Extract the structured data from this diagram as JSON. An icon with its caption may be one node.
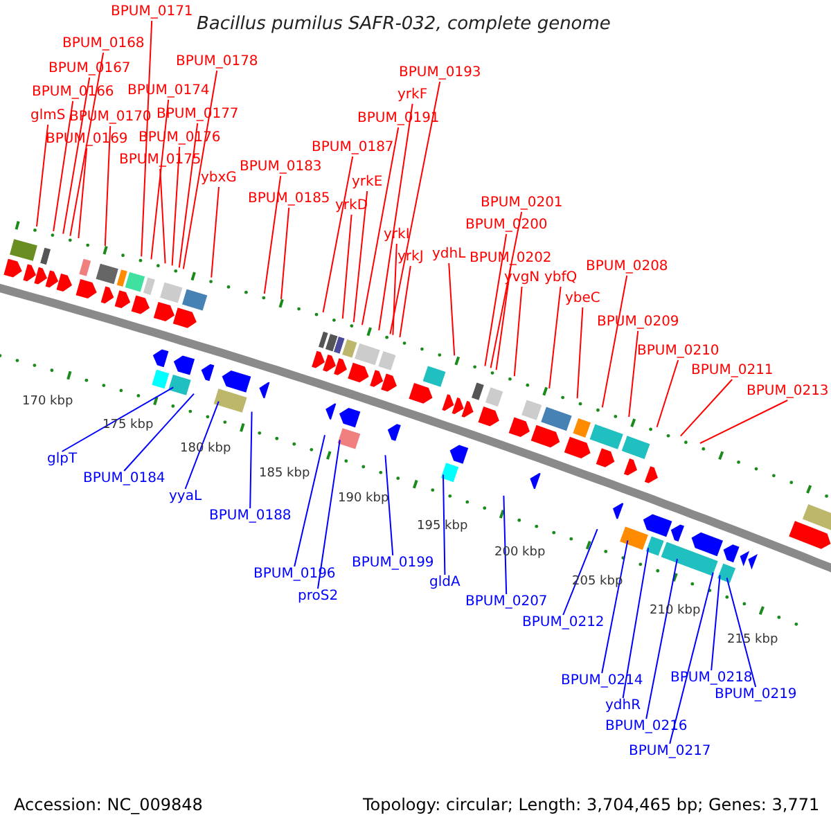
{
  "diagram": {
    "title": "Bacillus pumilus SAFR-032, complete genome",
    "nodes": [
      {
        "text": [
          "BPUM_0171"
        ]
      },
      {
        "text": [
          "BPUM_0168"
        ]
      },
      {
        "text": [
          "BPUM_0178"
        ]
      },
      {
        "text": [
          "BPUM_0167"
        ]
      },
      {
        "text": [
          "BPUM_0193"
        ]
      },
      {
        "text": [
          "BPUM_0174"
        ]
      },
      {
        "text": [
          "BPUM_0166"
        ]
      },
      {
        "text": [
          "yrkF"
        ]
      },
      {
        "text": [
          "BPUM_0177"
        ]
      },
      {
        "text": [
          "glmS"
        ]
      },
      {
        "text": [
          "BPUM_0170"
        ]
      },
      {
        "text": [
          "BPUM_0191"
        ]
      },
      {
        "text": [
          "BPUM_0176"
        ]
      },
      {
        "text": [
          "BPUM_0169"
        ]
      },
      {
        "text": [
          "BPUM_0187"
        ]
      },
      {
        "text": [
          "BPUM_0175"
        ]
      },
      {
        "text": [
          "BPUM_0183"
        ]
      },
      {
        "text": [
          "ybxG"
        ]
      },
      {
        "text": [
          "yrkE"
        ]
      },
      {
        "text": [
          "BPUM_0185"
        ]
      },
      {
        "text": [
          "BPUM_0201"
        ]
      },
      {
        "text": [
          "yrkD"
        ]
      },
      {
        "text": [
          "BPUM_0200"
        ]
      },
      {
        "text": [
          "yrkI"
        ]
      },
      {
        "text": [
          "ydhL"
        ]
      },
      {
        "text": [
          "yrkJ"
        ]
      },
      {
        "text": [
          "BPUM_0202"
        ]
      },
      {
        "text": [
          "BPUM_0208"
        ]
      },
      {
        "text": [
          "yvgN"
        ]
      },
      {
        "text": [
          "ybfQ"
        ]
      },
      {
        "text": [
          "ybeC"
        ]
      },
      {
        "text": [
          "BPUM_0209"
        ]
      },
      {
        "text": [
          "BPUM_0210"
        ]
      },
      {
        "text": [
          "BPUM_0211"
        ]
      },
      {
        "text": [
          "BPUM_0213"
        ]
      },
      {
        "text": [
          "glpT"
        ]
      },
      {
        "text": [
          "BPUM_0184"
        ]
      },
      {
        "text": [
          "yyaL"
        ]
      },
      {
        "text": [
          "BPUM_0188"
        ]
      },
      {
        "text": [
          "BPUM_0199"
        ]
      },
      {
        "text": [
          "BPUM_0196"
        ]
      },
      {
        "text": [
          "gldA"
        ]
      },
      {
        "text": [
          "proS2"
        ]
      },
      {
        "text": [
          "BPUM_0207"
        ]
      },
      {
        "text": [
          "BPUM_0212"
        ]
      },
      {
        "text": [
          "BPUM_0218"
        ]
      },
      {
        "text": [
          "BPUM_0214"
        ]
      },
      {
        "text": [
          "BPUM_0219"
        ]
      },
      {
        "text": [
          "ydhR"
        ]
      },
      {
        "text": [
          "BPUM_0216"
        ]
      },
      {
        "text": [
          "BPUM_0217"
        ]
      }
    ],
    "edges": [
      {
        "from": 0,
        "to": null,
        "arrow": "none"
      },
      {
        "from": 1,
        "to": null,
        "arrow": "none"
      },
      {
        "from": 2,
        "to": null,
        "arrow": "none"
      },
      {
        "from": 3,
        "to": null,
        "arrow": "none"
      },
      {
        "from": 4,
        "to": null,
        "arrow": "none"
      },
      {
        "from": 5,
        "to": null,
        "arrow": "none"
      },
      {
        "from": 6,
        "to": null,
        "arrow": "none"
      },
      {
        "from": 7,
        "to": null,
        "arrow": "none"
      },
      {
        "from": 8,
        "to": null,
        "arrow": "none"
      },
      {
        "from": 9,
        "to": null,
        "arrow": "none"
      },
      {
        "from": 10,
        "to": null,
        "arrow": "none"
      },
      {
        "from": 11,
        "to": null,
        "arrow": "none"
      },
      {
        "from": 12,
        "to": null,
        "arrow": "none"
      },
      {
        "from": 13,
        "to": null,
        "arrow": "none"
      },
      {
        "from": 14,
        "to": null,
        "arrow": "none"
      },
      {
        "from": 15,
        "to": null,
        "arrow": "none"
      },
      {
        "from": 16,
        "to": null,
        "arrow": "none"
      },
      {
        "from": 17,
        "to": null,
        "arrow": "none"
      },
      {
        "from": 18,
        "to": null,
        "arrow": "none"
      },
      {
        "from": 19,
        "to": null,
        "arrow": "none"
      },
      {
        "from": 20,
        "to": null,
        "arrow": "none"
      },
      {
        "from": 21,
        "to": null,
        "arrow": "none"
      },
      {
        "from": 22,
        "to": null,
        "arrow": "none"
      },
      {
        "from": 23,
        "to": null,
        "arrow": "none"
      },
      {
        "from": 24,
        "to": null,
        "arrow": "none"
      },
      {
        "from": 25,
        "to": null,
        "arrow": "none"
      },
      {
        "from": 26,
        "to": null,
        "arrow": "none"
      },
      {
        "from": 27,
        "to": null,
        "arrow": "none"
      },
      {
        "from": 28,
        "to": null,
        "arrow": "none"
      },
      {
        "from": 29,
        "to": null,
        "arrow": "none"
      },
      {
        "from": 30,
        "to": null,
        "arrow": "none"
      },
      {
        "from": 31,
        "to": null,
        "arrow": "none"
      },
      {
        "from": 32,
        "to": null,
        "arrow": "none"
      },
      {
        "from": 33,
        "to": null,
        "arrow": "none"
      },
      {
        "from": 34,
        "to": null,
        "arrow": "none"
      },
      {
        "from": 35,
        "to": null,
        "arrow": "none",
        "color": "#0000ff"
      },
      {
        "from": 36,
        "to": null,
        "arrow": "none",
        "color": "#0000ff"
      },
      {
        "from": 37,
        "to": null,
        "arrow": "none",
        "color": "#0000ff"
      },
      {
        "from": 38,
        "to": null,
        "arrow": "none",
        "color": "#0000ff"
      },
      {
        "from": 39,
        "to": null,
        "arrow": "none",
        "color": "#0000ff"
      },
      {
        "from": 40,
        "to": null,
        "arrow": "none",
        "color": "#0000ff"
      },
      {
        "from": 41,
        "to": null,
        "arrow": "none",
        "color": "#0000ff"
      },
      {
        "from": 42,
        "to": null,
        "arrow": "none",
        "color": "#0000ff"
      },
      {
        "from": 43,
        "to": null,
        "arrow": "none",
        "color": "#0000ff"
      },
      {
        "from": 44,
        "to": null,
        "arrow": "none",
        "color": "#0000ff"
      },
      {
        "from": 45,
        "to": null,
        "arrow": "none",
        "color": "#0000ff"
      },
      {
        "from": 46,
        "to": null,
        "arrow": "none",
        "color": "#0000ff"
      },
      {
        "from": 47,
        "to": null,
        "arrow": "none",
        "color": "#0000ff"
      },
      {
        "from": 48,
        "to": null,
        "arrow": "none",
        "color": "#0000ff"
      },
      {
        "from": 49,
        "to": null,
        "arrow": "none",
        "color": "#0000ff"
      },
      {
        "from": 50,
        "to": null,
        "arrow": "none",
        "color": "#0000ff"
      }
    ],
    "labels": [
      "170 kbp",
      "175 kbp",
      "180 kbp",
      "185 kbp",
      "190 kbp",
      "195 kbp",
      "200 kbp",
      "205 kbp",
      "210 kbp",
      "215 kbp",
      "Accession: NC_009848",
      "Topology: circular; Length: 3,704,465 bp; Genes: 3,771"
    ]
  }
}
